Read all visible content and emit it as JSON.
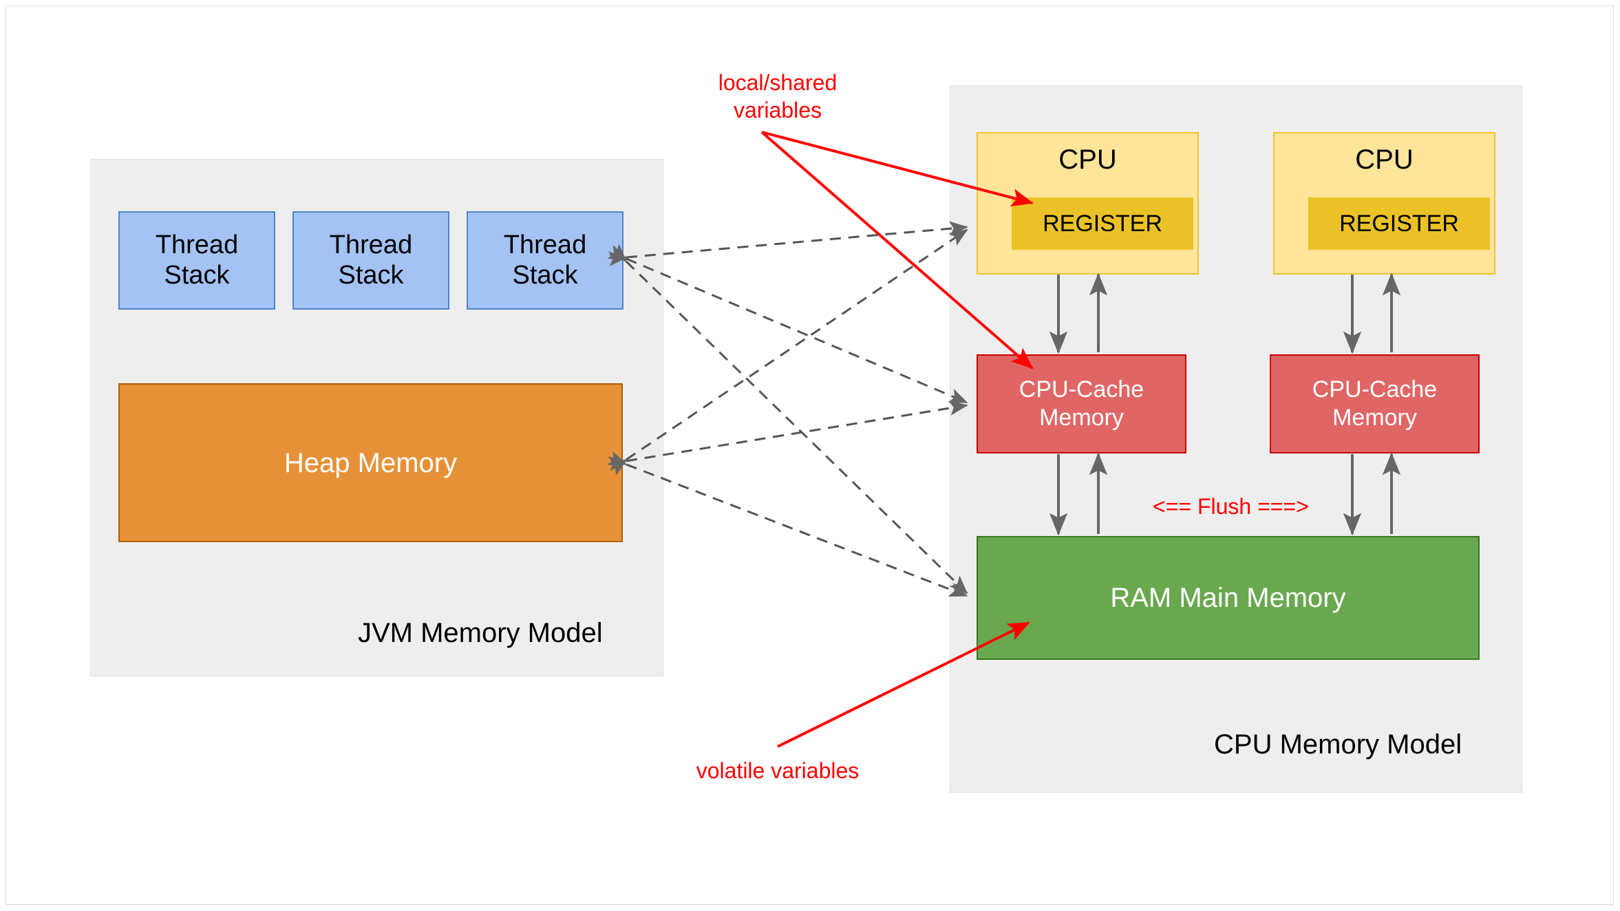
{
  "diagram": {
    "title_jvm": "JVM Memory Model",
    "title_cpu": "CPU Memory Model",
    "jvm": {
      "thread_stacks": [
        {
          "label": "Thread\nStack"
        },
        {
          "label": "Thread\nStack"
        },
        {
          "label": "Thread\nStack"
        }
      ],
      "heap_label": "Heap Memory"
    },
    "cpu": {
      "cpus": [
        {
          "label": "CPU",
          "register_label": "REGISTER"
        },
        {
          "label": "CPU",
          "register_label": "REGISTER"
        }
      ],
      "caches": [
        {
          "label": "CPU-Cache\nMemory"
        },
        {
          "label": "CPU-Cache\nMemory"
        }
      ],
      "ram_label": "RAM Main Memory",
      "flush_label": "<== Flush ===>"
    },
    "annotations": {
      "local_shared": "local/shared\nvariables",
      "volatile": "volatile variables"
    },
    "colors": {
      "panel_bg": "#eeeeee",
      "thread_stack_fill": "#a4c2f4",
      "thread_stack_stroke": "#4a86c8",
      "heap_fill": "#e69138",
      "heap_stroke": "#b45f06",
      "cpu_fill": "#ffe599",
      "cpu_stroke": "#f1c232",
      "register_fill": "#eac227",
      "cache_fill": "#e06666",
      "cache_stroke": "#cc0000",
      "ram_fill": "#69a84f",
      "ram_stroke": "#38761d",
      "annotation_red": "#ff0000",
      "arrow_gray": "#666666"
    }
  }
}
